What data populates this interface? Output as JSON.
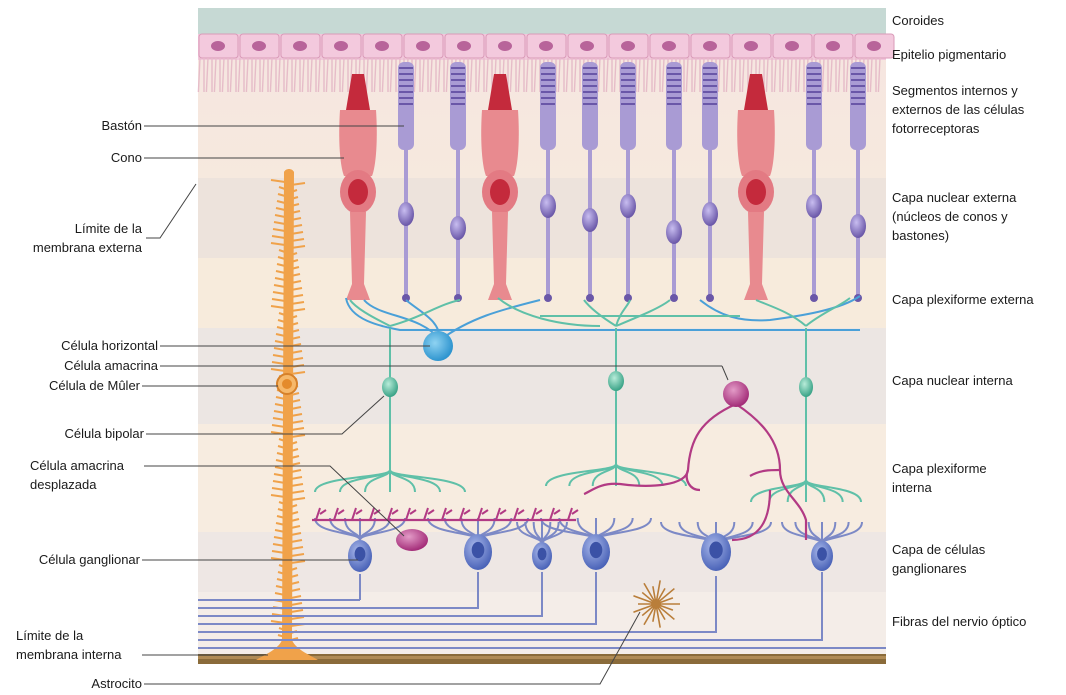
{
  "diagram": {
    "labels_left": [
      {
        "id": "baston",
        "text": "Bastón"
      },
      {
        "id": "cono",
        "text": "Cono"
      },
      {
        "id": "limite-externa",
        "text": "Límite de la\nmembrana externa"
      },
      {
        "id": "horizontal",
        "text": "Célula horizontal"
      },
      {
        "id": "amacrina",
        "text": "Célula amacrina"
      },
      {
        "id": "muller",
        "text": "Célula de Mûler"
      },
      {
        "id": "bipolar",
        "text": "Célula bipolar"
      },
      {
        "id": "amacrina-desplazada",
        "text": "Célula amacrina\ndesplazada"
      },
      {
        "id": "ganglionar",
        "text": "Célula ganglionar"
      },
      {
        "id": "limite-interna",
        "text": "Límite de la\nmembrana interna"
      },
      {
        "id": "astrocito",
        "text": "Astrocito"
      }
    ],
    "labels_right": [
      {
        "id": "coroides",
        "text": "Coroides"
      },
      {
        "id": "epitelio",
        "text": "Epitelio pigmentario"
      },
      {
        "id": "segmentos",
        "text": "Segmentos internos y\nexternos de las células\nfotorreceptoras"
      },
      {
        "id": "nuclear-externa",
        "text": "Capa nuclear externa\n(núcleos de conos y\nbastones)"
      },
      {
        "id": "plexiforme-externa",
        "text": "Capa plexiforme externa"
      },
      {
        "id": "nuclear-interna",
        "text": "Capa nuclear interna"
      },
      {
        "id": "plexiforme-interna",
        "text": "Capa plexiforme\ninterna"
      },
      {
        "id": "ganglionares",
        "text": "Capa de células\nganglionares"
      },
      {
        "id": "fibras",
        "text": "Fibras del nervio óptico"
      }
    ],
    "colors": {
      "choroid": "#c4d8d4",
      "pigment_cell": "#f3c9dd",
      "pigment_nucleus": "#b8649a",
      "cone": "#e88a8f",
      "cone_dark": "#c42a3c",
      "rod": "#a99bd4",
      "rod_dark": "#6a57a8",
      "muller": "#f0a24a",
      "horizontal": "#3fa9dc",
      "bipolar": "#5fc0a8",
      "amacrine": "#b23a84",
      "ganglion": "#5c78c8",
      "astrocyte": "#b97e3a",
      "fibers": "#7c89c6"
    }
  }
}
